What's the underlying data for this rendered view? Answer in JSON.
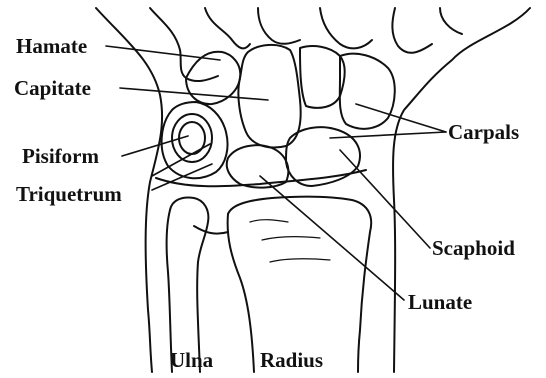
{
  "labels": {
    "hamate": "Hamate",
    "capitate": "Capitate",
    "pisiform": "Pisiform",
    "triquetrum": "Triquetrum",
    "carpals": "Carpals",
    "scaphoid": "Scaphoid",
    "lunate": "Lunate",
    "ulna": "Ulna",
    "radius": "Radius"
  },
  "colors": {
    "ink": "#111111",
    "background": "#ffffff"
  }
}
